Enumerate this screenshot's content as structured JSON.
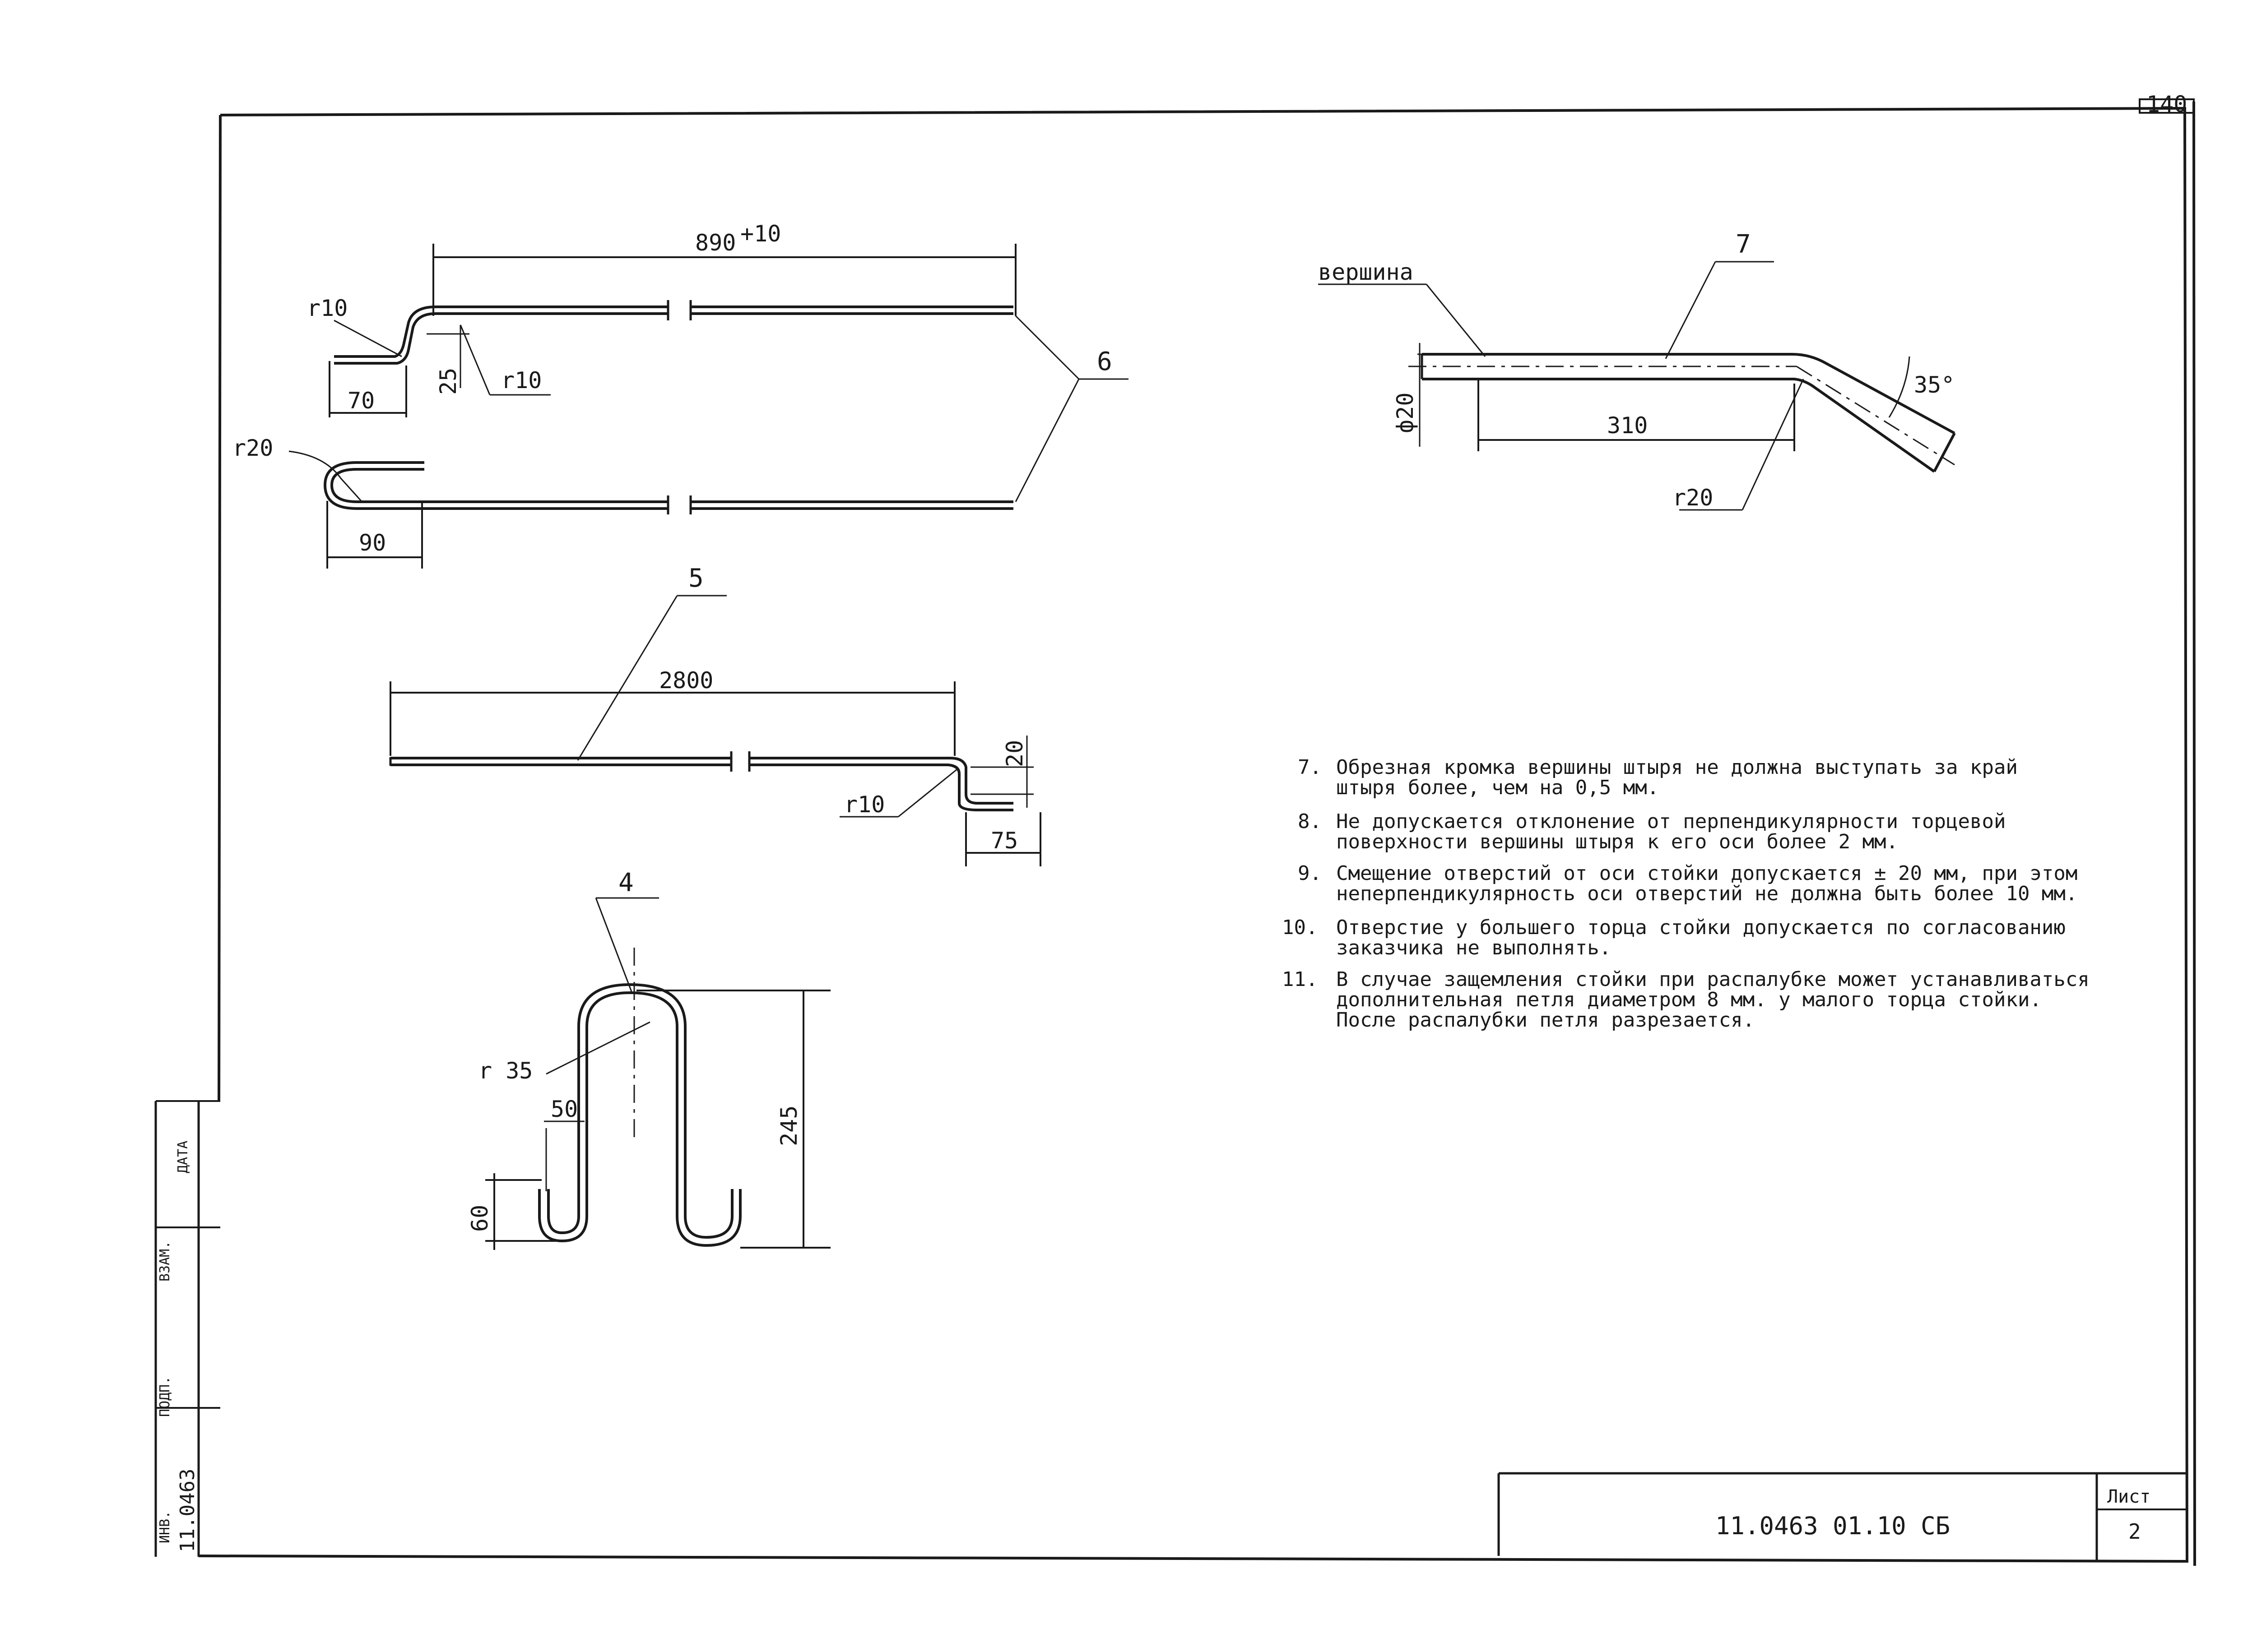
{
  "page": {
    "sheet_number_corner": "140"
  },
  "hooks": {
    "label": "6",
    "length": "890",
    "length_tolerance": "+10",
    "top_radius_left": "r10",
    "top_radius_right": "r10",
    "top_height": "25",
    "top_leg": "70",
    "bottom_radius": "r20",
    "bottom_leg": "90"
  },
  "pin": {
    "label": "7",
    "tip_label": "вершина",
    "diameter": "ф20",
    "length": "310",
    "angle": "35°",
    "radius": "r20"
  },
  "rod": {
    "label": "5",
    "length": "2800",
    "end_height": "20",
    "end_leg": "75",
    "radius": "r10"
  },
  "loop": {
    "label": "4",
    "radius": "r 35",
    "width": "50",
    "height": "245",
    "leg_height": "60"
  },
  "notes": [
    {
      "num": "7.",
      "lines": [
        "Обрезная кромка вершины штыря не должна выступать за край",
        "штыря более, чем на 0,5 мм."
      ]
    },
    {
      "num": "8.",
      "lines": [
        "Не допускается отклонение от перпендикулярности торцевой",
        "поверхности вершины штыря к его оси более 2 мм."
      ]
    },
    {
      "num": "9.",
      "lines": [
        "Смещение отверстий от оси стойки допускается ± 20 мм, при этом",
        "неперпендикулярность оси отверстий не должна быть более 10 мм."
      ]
    },
    {
      "num": "10.",
      "lines": [
        "Отверстие у большего торца стойки допускается по согласованию",
        "заказчика не выполнять."
      ]
    },
    {
      "num": "11.",
      "lines": [
        "В случае защемления стойки при распалубке может устанавливаться",
        "дополнительная петля диаметром 8 мм. у малого торца стойки.",
        "После распалубки петля разрезается."
      ]
    }
  ],
  "side_stamp": {
    "doc_number": "11.0463",
    "field_a": "ИНВ.",
    "field_b": "ПОДП.",
    "field_c": "ВЗАМ.",
    "field_d": "ДАТА"
  },
  "title_block": {
    "document_code": "11.0463 01.10 СБ",
    "sheet_label": "Лист",
    "sheet_value": "2"
  }
}
